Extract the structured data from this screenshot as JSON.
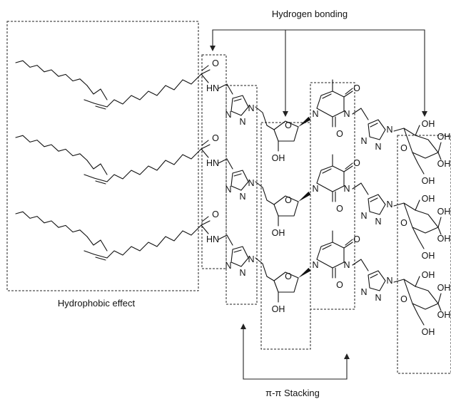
{
  "labels": {
    "hydrogen_bonding": "Hydrogen bonding",
    "hydrophobic_effect": "Hydrophobic effect",
    "pi_stacking": "π-π Stacking"
  },
  "atoms": {
    "O": "O",
    "HN": "HN",
    "N": "N",
    "OH": "OH"
  }
}
